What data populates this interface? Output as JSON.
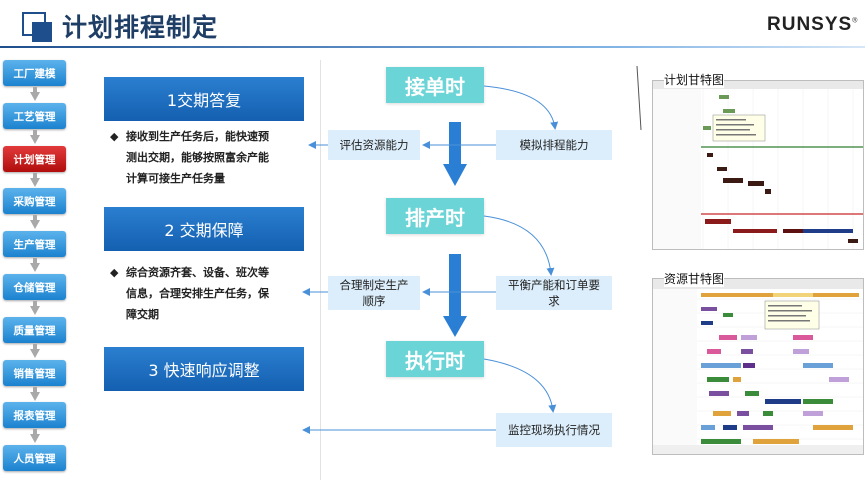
{
  "header": {
    "title": "计划排程制定",
    "brand": "RUNSYS",
    "brand_mark": "®"
  },
  "sidebar": {
    "items": [
      {
        "label": "工厂建模",
        "active": false
      },
      {
        "label": "工艺管理",
        "active": false
      },
      {
        "label": "计划管理",
        "active": true
      },
      {
        "label": "采购管理",
        "active": false
      },
      {
        "label": "生产管理",
        "active": false
      },
      {
        "label": "仓储管理",
        "active": false
      },
      {
        "label": "质量管理",
        "active": false
      },
      {
        "label": "销售管理",
        "active": false
      },
      {
        "label": "报表管理",
        "active": false
      },
      {
        "label": "人员管理",
        "active": false
      }
    ]
  },
  "left": {
    "box1": "1交期答复",
    "text1": [
      "接收到生产任务后，能快速预",
      "测出交期，能够按照富余产能",
      "计算可接生产任务量"
    ],
    "box2": "2 交期保障",
    "text2": [
      "综合资源齐套、设备、班次等",
      "信息，合理安排生产任务，保",
      "障交期"
    ],
    "box3": "3 快速响应调整",
    "bullet": "◆"
  },
  "middle": {
    "stages": [
      "接单时",
      "排产时",
      "执行时"
    ],
    "eval": "评估资源能力",
    "simulate": "模拟排程能力",
    "arrange": [
      "合理制定生产",
      "顺序"
    ],
    "balance": [
      "平衡产能和订单要",
      "求"
    ],
    "monitor": "监控现场执行情况"
  },
  "right": {
    "gantt_plan_label": "计划甘特图",
    "gantt_resource_label": "资源甘特图"
  },
  "colors": {
    "primary_blue": "#1b6cc4",
    "stage_teal": "#6bd4d6",
    "light_box": "#dceefb",
    "active_red": "#c41a1a",
    "arrow_blue": "#2a7fd4"
  }
}
